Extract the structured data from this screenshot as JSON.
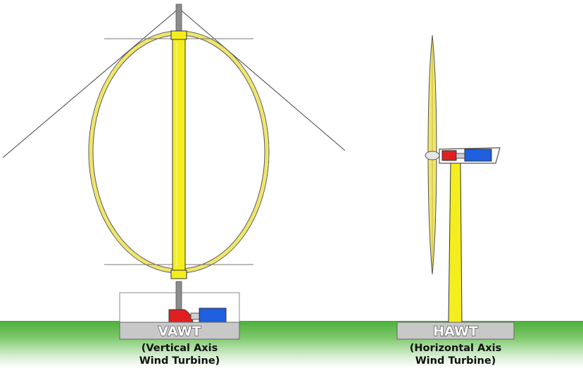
{
  "vawt": {
    "label": "VAWT",
    "caption_line1": "(Vertical Axis",
    "caption_line2": "Wind Turbine)"
  },
  "hawt": {
    "label": "HAWT",
    "caption_line1": "(Horizontal Axis",
    "caption_line2": "Wind Turbine)"
  },
  "colors": {
    "ground_top": "#4caf3a",
    "ground_bottom": "#ffffff",
    "mast_yellow": "#f5ee1e",
    "blade_yellow": "#efe66a",
    "base_gray": "#c8c8c8",
    "generator_red": "#e02020",
    "gearbox_blue": "#1f5fe0"
  }
}
